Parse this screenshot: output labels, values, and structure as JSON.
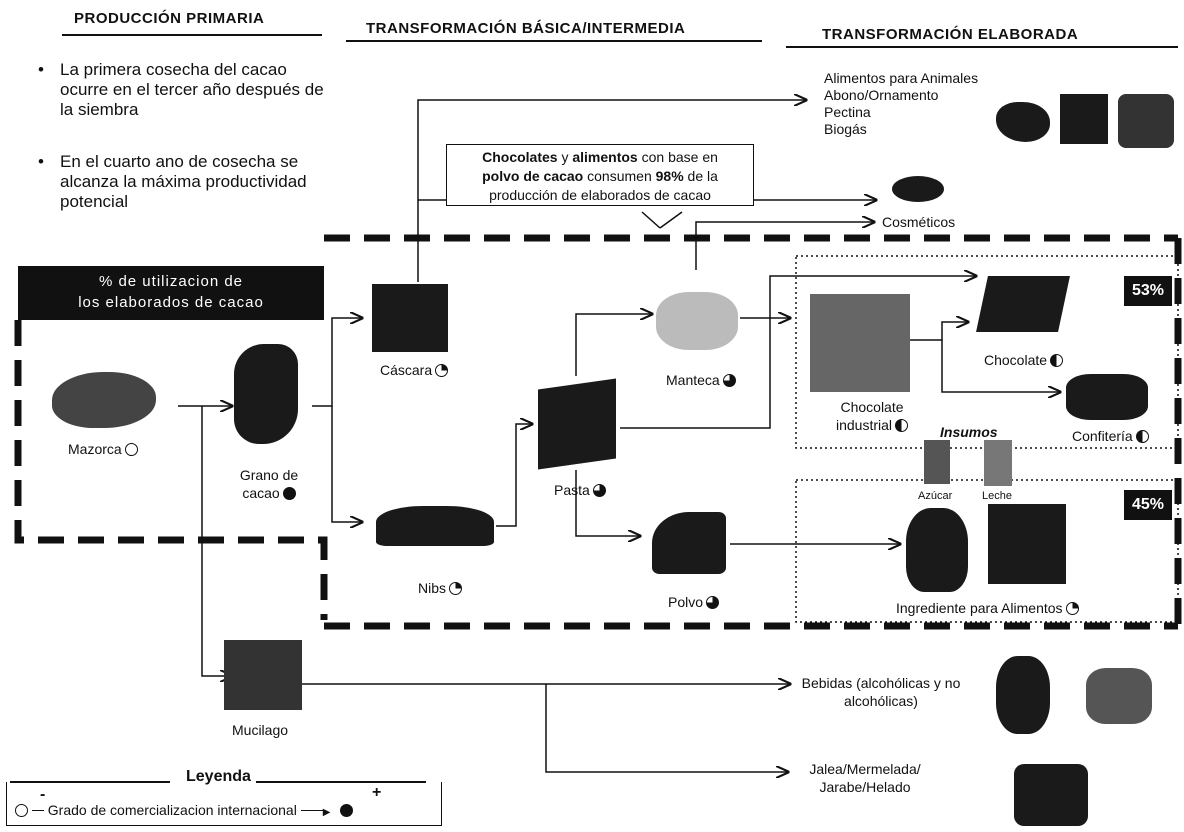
{
  "headers": {
    "primary": "PRODUCCIÓN PRIMARIA",
    "basic": "TRANSFORMACIÓN BÁSICA/INTERMEDIA",
    "elaborated": "TRANSFORMACIÓN ELABORADA"
  },
  "bullets": [
    "La primera cosecha del cacao ocurre en el tercer año después de la siembra",
    "En el cuarto ano de cosecha se alcanza la máxima productividad potencial"
  ],
  "utilization_box": [
    "% de utilizacion de",
    "los elaborados de cacao"
  ],
  "callout": {
    "b1": "Chocolates",
    "t1": " y ",
    "b2": "alimentos",
    "t2": " con base en",
    "b3": "polvo de cacao",
    "t3": " consumen ",
    "b4": "98%",
    "t4": " de la",
    "line3": "producción de elaborados de cacao"
  },
  "byproducts": [
    "Alimentos para Animales",
    "Abono/Ornamento",
    "Pectina",
    "Biogás"
  ],
  "nodes": {
    "mazorca": "Mazorca",
    "grano": [
      "Grano de",
      "cacao"
    ],
    "cascara": "Cáscara",
    "nibs": "Nibs",
    "pasta": "Pasta",
    "manteca": "Manteca",
    "polvo": "Polvo",
    "cosmeticos": "Cosméticos",
    "chocolate_industrial": [
      "Chocolate",
      "industrial"
    ],
    "chocolate": "Chocolate",
    "confiteria": "Confitería",
    "insumos": "Insumos",
    "azucar": "Azúcar",
    "leche": "Leche",
    "ingrediente": "Ingrediente para Alimentos",
    "mucilago": "Mucilago",
    "bebidas": [
      "Bebidas (alcohólicas y no",
      "alcohólicas)"
    ],
    "jalea": [
      "Jalea/Mermelada/",
      "Jarabe/Helado"
    ]
  },
  "percentages": {
    "chocolate_group": "53%",
    "food_group": "45%"
  },
  "legend": {
    "title": "Leyenda",
    "text": "Grado de comercializacion internacional",
    "minus": "-",
    "plus": "+"
  }
}
